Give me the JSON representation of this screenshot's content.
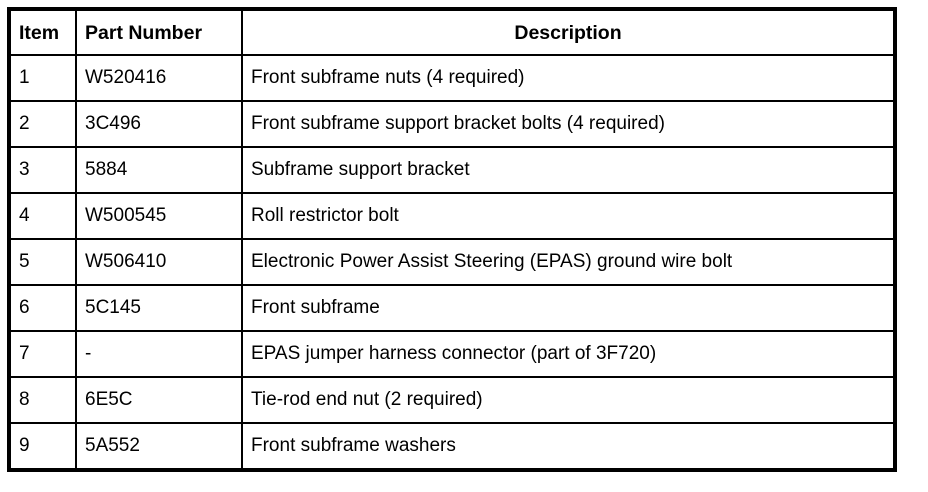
{
  "table": {
    "name": "front-subframe-parts-list",
    "columns": [
      {
        "key": "item",
        "label": "Item",
        "align": "left"
      },
      {
        "key": "part_number",
        "label": "Part Number",
        "align": "left"
      },
      {
        "key": "description",
        "label": "Description",
        "align": "center"
      }
    ],
    "rows": [
      {
        "item": "1",
        "part_number": "W520416",
        "description": "Front subframe nuts (4 required)"
      },
      {
        "item": "2",
        "part_number": "3C496",
        "description": "Front subframe support bracket bolts (4 required)"
      },
      {
        "item": "3",
        "part_number": "5884",
        "description": "Subframe support bracket"
      },
      {
        "item": "4",
        "part_number": "W500545",
        "description": "Roll restrictor bolt"
      },
      {
        "item": "5",
        "part_number": "W506410",
        "description": "Electronic Power Assist Steering (EPAS) ground wire bolt"
      },
      {
        "item": "6",
        "part_number": "5C145",
        "description": "Front subframe"
      },
      {
        "item": "7",
        "part_number": "-",
        "description": "EPAS jumper harness connector (part of 3F720)"
      },
      {
        "item": "8",
        "part_number": "6E5C",
        "description": "Tie-rod end nut (2 required)"
      },
      {
        "item": "9",
        "part_number": "5A552",
        "description": "Front subframe washers"
      }
    ]
  },
  "colors": {
    "border": "#000000",
    "text": "#000000",
    "background": "#ffffff"
  }
}
